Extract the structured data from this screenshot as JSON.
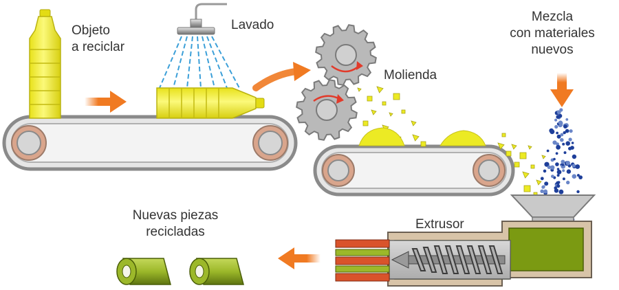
{
  "labels": {
    "object_line1": "Objeto",
    "object_line2": "a reciclar",
    "washing": "Lavado",
    "grinding": "Molienda",
    "mix_line1": "Mezcla",
    "mix_line2": "con materiales",
    "mix_line3": "nuevos",
    "extruder": "Extrusor",
    "result_line1": "Nuevas piezas",
    "result_line2": "recicladas"
  },
  "colors": {
    "bottle_yellow": "#f2ec1e",
    "arrow_orange": "#f07a22",
    "belt_grey": "#8a8a8a",
    "roller_rim": "#d9a58c",
    "gear_grey": "#b9b9b9",
    "water_blue": "#3b9fd8",
    "pellet_blue": "#1e3f9a",
    "extruder_green": "#7b9a12",
    "pipe_green": "#9cb82a",
    "heater_red": "#d9532b"
  }
}
